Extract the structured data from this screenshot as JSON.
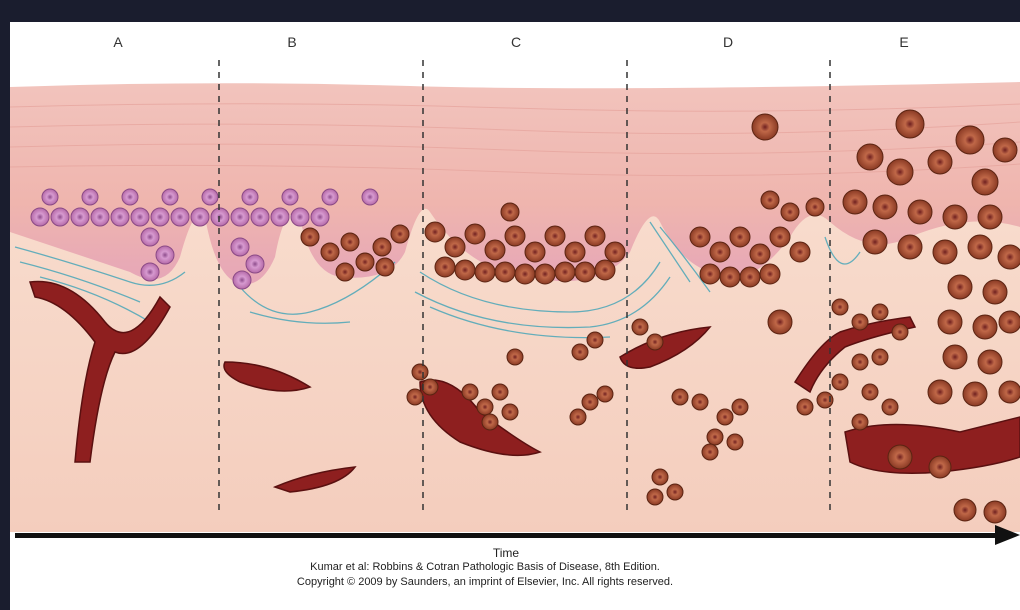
{
  "panels": [
    "A",
    "B",
    "C",
    "D",
    "E"
  ],
  "axis": {
    "label": "Time"
  },
  "caption": {
    "line1": "Kumar et al: Robbins & Cotran Pathologic Basis of Disease, 8th Edition.",
    "line2": "Copyright © 2009 by Saunders, an imprint of Elsevier, Inc. All rights reserved."
  },
  "colors": {
    "background": "#1a1d2e",
    "epidermis": "#f0b9b3",
    "dermis": "#f7d6c8",
    "vessel": "#8e1f1f",
    "tumor_cell": "#a9573c",
    "normal_cell": "#c87fbe",
    "fiber": "#4aa6b8"
  }
}
